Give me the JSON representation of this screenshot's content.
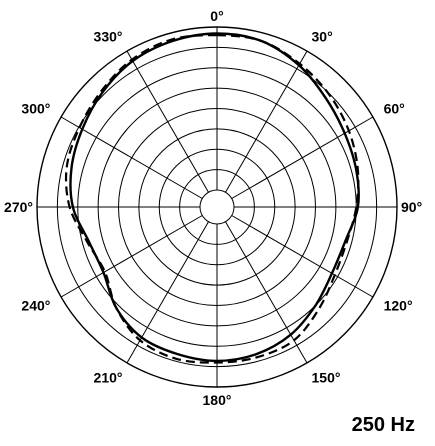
{
  "chart_data": {
    "type": "polar-line",
    "title": "",
    "frequency_label": "250 Hz",
    "angle_labels": [
      "0°",
      "30°",
      "60°",
      "90°",
      "120°",
      "150°",
      "180°",
      "210°",
      "240°",
      "270°",
      "300°",
      "330°"
    ],
    "angle_values": [
      0,
      30,
      60,
      90,
      120,
      150,
      180,
      210,
      240,
      270,
      300,
      330
    ],
    "radial_rings": 8,
    "colors": {
      "line": "#000000",
      "grid": "#000000",
      "background": "#ffffff"
    },
    "series": [
      {
        "style": "solid",
        "angles_deg": [
          0,
          15,
          30,
          45,
          60,
          75,
          90,
          105,
          120,
          135,
          150,
          165,
          180,
          195,
          210,
          225,
          240,
          255,
          270,
          285,
          300,
          315,
          330,
          345
        ],
        "r_frac": [
          0.96,
          0.95,
          0.9,
          0.84,
          0.8,
          0.78,
          0.76,
          0.71,
          0.71,
          0.75,
          0.8,
          0.83,
          0.84,
          0.83,
          0.82,
          0.77,
          0.7,
          0.71,
          0.78,
          0.82,
          0.85,
          0.89,
          0.93,
          0.95
        ]
      },
      {
        "style": "dashed",
        "angles_deg": [
          0,
          15,
          30,
          45,
          60,
          75,
          90,
          105,
          120,
          135,
          150,
          165,
          180,
          195,
          210,
          225,
          240,
          255,
          270,
          285,
          300,
          315,
          330,
          345
        ],
        "r_frac": [
          0.95,
          0.95,
          0.91,
          0.87,
          0.83,
          0.79,
          0.75,
          0.72,
          0.73,
          0.78,
          0.84,
          0.85,
          0.85,
          0.86,
          0.84,
          0.77,
          0.69,
          0.72,
          0.8,
          0.85,
          0.87,
          0.9,
          0.94,
          0.96
        ]
      }
    ]
  }
}
